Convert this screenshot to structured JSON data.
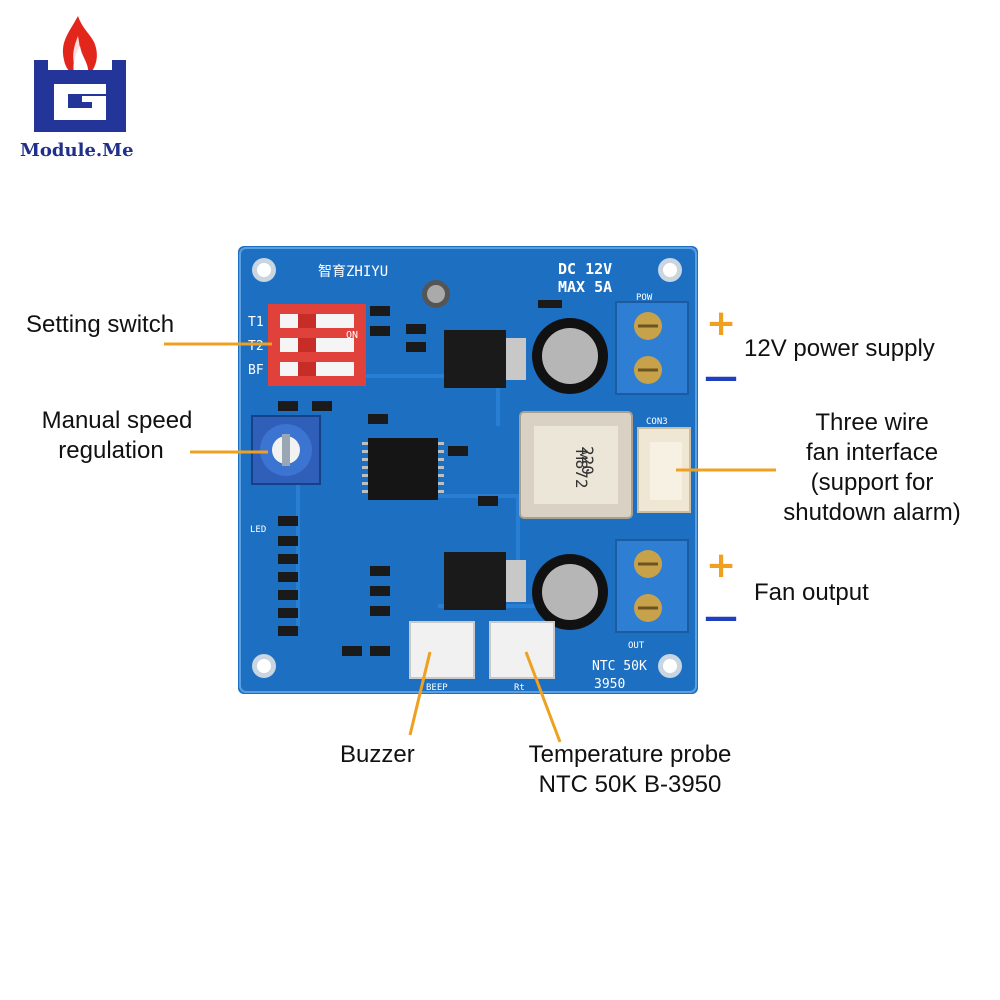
{
  "brand": {
    "name": "Module.Me",
    "colors": {
      "flame": "#e3261c",
      "castle": "#24359a"
    }
  },
  "board": {
    "color": "#1d6fc2",
    "silkscreen": {
      "maker": "智育ZHIYU",
      "dc": "DC 12V",
      "max": "MAX 5A",
      "pow": "POW",
      "con3": "CON3",
      "out": "OUT",
      "beep": "BEEP",
      "rt": "Rt",
      "ntc": "NTC 50K",
      "ntc_b": "3950",
      "t1": "T1",
      "t2": "T2",
      "bf": "BF",
      "led": "LED",
      "on": "ON",
      "inductor_line1": "220",
      "inductor_line2": "M872"
    }
  },
  "annotations": {
    "setting_switch": "Setting switch",
    "manual_speed_line1": "Manual speed",
    "manual_speed_line2": "regulation",
    "power_supply": "12V power supply",
    "fan_interface_line1": "Three wire",
    "fan_interface_line2": "fan interface",
    "fan_interface_line3": "(support for",
    "fan_interface_line4": "shutdown alarm)",
    "fan_output": "Fan output",
    "buzzer": "Buzzer",
    "probe_line1": "Temperature probe",
    "probe_line2": "NTC 50K B-3950",
    "plus_sign": "+",
    "minus_sign": "—"
  },
  "colors": {
    "leader_line": "#f0a020"
  }
}
